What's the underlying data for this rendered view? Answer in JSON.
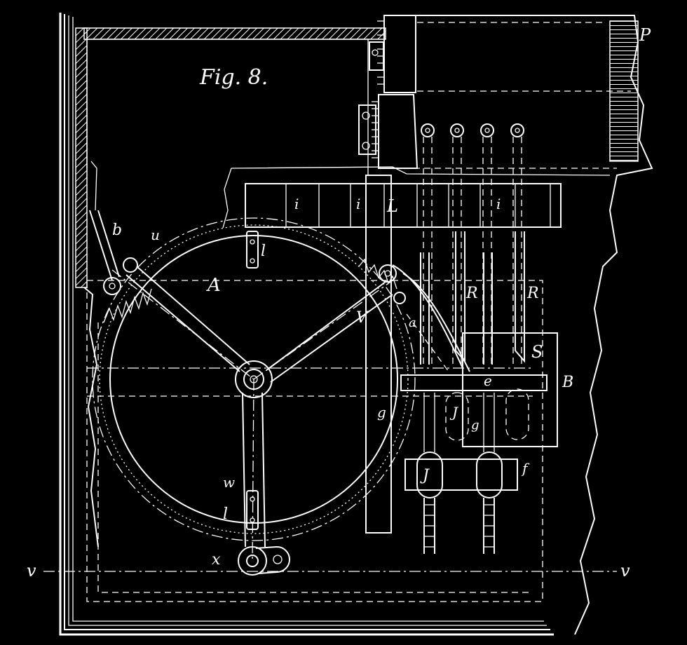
{
  "figure": {
    "title": "Fig. 8.",
    "colors": {
      "background": "#000000",
      "lines": "#ffffff"
    },
    "labels": {
      "P": "P",
      "b": "b",
      "u": "u",
      "A": "A",
      "l_top": "l",
      "l_bottom": "l",
      "i_1": "i",
      "i_2": "i",
      "i_3": "i",
      "L": "L",
      "R_1": "R",
      "R_2": "R",
      "S": "S",
      "B": "B",
      "e": "e",
      "V": "V",
      "a": "a",
      "J_1": "J",
      "J_2": "J",
      "g_1": "g",
      "g_2": "g",
      "f": "f",
      "w": "w",
      "x": "x",
      "v_left": "v",
      "v_right": "v"
    }
  }
}
